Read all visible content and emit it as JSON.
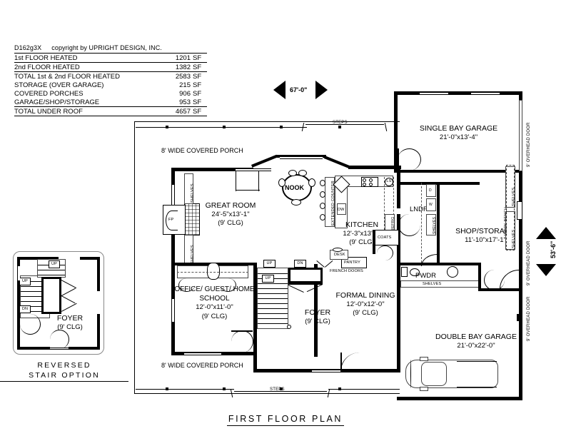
{
  "document": {
    "plan_id": "D162g3X",
    "copyright": "copyright by UPRIGHT DESIGN, INC.",
    "footer_title": "FIRST FLOOR PLAN"
  },
  "area_table": {
    "unit": "SF",
    "rows": [
      {
        "label": "1st FLOOR HEATED",
        "value": "1201",
        "unit": "SF"
      },
      {
        "label": "2nd FLOOR HEATED",
        "value": "1382",
        "unit": "SF"
      },
      {
        "label": "TOTAL 1st & 2nd FLOOR HEATED",
        "value": "2583",
        "unit": "SF"
      },
      {
        "label": "STORAGE (OVER GARAGE)",
        "value": "215",
        "unit": "SF"
      },
      {
        "label": "COVERED PORCHES",
        "value": "906",
        "unit": "SF"
      },
      {
        "label": "GARAGE/SHOP/STORAGE",
        "value": "953",
        "unit": "SF"
      },
      {
        "label": "TOTAL UNDER ROOF",
        "value": "4657",
        "unit": "SF"
      }
    ]
  },
  "dimensions": {
    "overall_width": "67'-0\"",
    "overall_depth": "53'-6\""
  },
  "rooms": {
    "great_room": {
      "name": "GREAT ROOM",
      "dim": "24'-5\"x13'-1\"",
      "clg": "(9' CLG)"
    },
    "kitchen": {
      "name": "KITCHEN",
      "dim": "12'-3\"x13'-1\"",
      "clg": "(9' CLG)"
    },
    "office": {
      "name": "OFFICE/ GUEST/ HOME",
      "name2": "SCHOOL",
      "dim": "12'-0\"x11'-0\"",
      "clg": "(9' CLG)"
    },
    "foyer": {
      "name": "FOYER",
      "clg": "(9' CLG)"
    },
    "formal_dining": {
      "name": "FORMAL DINING",
      "dim": "12'-0\"x12'-0\"",
      "clg": "(9' CLG)"
    },
    "single_bay_garage": {
      "name": "SINGLE BAY GARAGE",
      "dim": "21'-0\"x13'-4\""
    },
    "double_bay_garage": {
      "name": "DOUBLE BAY GARAGE",
      "dim": "21'-0\"x22'-0\""
    },
    "shop_storage": {
      "name": "SHOP/STORAGE",
      "dim": "11'-10\"x17'-1\""
    },
    "laundry": {
      "name": "LNDRY"
    },
    "powder": {
      "name": "PWDR"
    },
    "nook": {
      "name": "NOOK"
    }
  },
  "reversed_option": {
    "foyer_name": "FOYER",
    "foyer_clg": "(9' CLG)",
    "caption_line1": "REVERSED",
    "caption_line2": "STAIR OPTION",
    "stair_up_1": "UP",
    "stair_up_2": "UP",
    "stair_dn": "DN"
  },
  "annotations": {
    "porch_top": "8' WIDE COVERED PORCH",
    "porch_bottom": "8' WIDE COVERED PORCH",
    "steps_top": "STEPS",
    "steps_bottom": "STEPS",
    "shelves_fp_upper": "SHELVES",
    "shelves_fp_lower": "SHELVES",
    "fireplace": "FP",
    "extended_counter": "EXTENDED COUNTER",
    "dishwasher": "DW",
    "lazy_susan": "LS",
    "refrigerator": "REFRG",
    "coats": "COATS",
    "pantry": "PANTRY",
    "desk": "DESK",
    "french_doors": "FRENCH DOORS",
    "shelves_pwdr": "SHELVES",
    "work_bench": "WORK BENCH",
    "shelves_shop_upper": "SHELVES",
    "shelves_shop_lower": "SHELVES",
    "shelves_lndry": "SHELVES",
    "overhead_door_single": "9' OVERHEAD DOOR",
    "overhead_door_double_1": "9' OVERHEAD DOOR",
    "overhead_door_double_2": "9' OVERHEAD DOOR",
    "stair_up_main": "UP",
    "stair_up_landing": "UP",
    "stair_dn_main": "DN",
    "washer": "W",
    "dryer": "D"
  },
  "colors": {
    "ink": "#000000",
    "paper": "#ffffff",
    "thin_line": "#555555"
  }
}
